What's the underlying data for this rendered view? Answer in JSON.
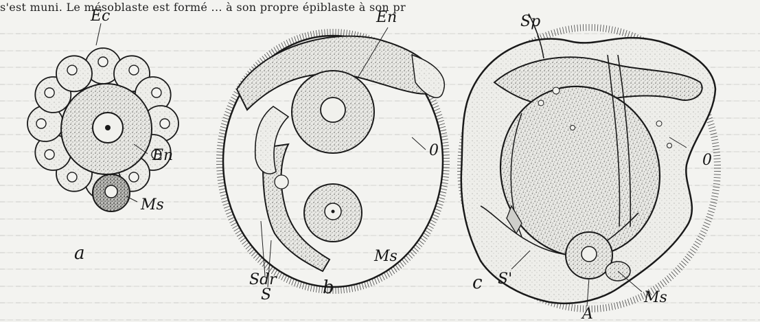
{
  "top_text_fragment": "s'est muni. Le mésoblaste est formé ... à son propre épiblaste à son pr",
  "panels": {
    "a": {
      "label": "a",
      "labels": {
        "ec": "Ec",
        "en": "En",
        "ms": "Ms"
      }
    },
    "b": {
      "label": "b",
      "labels": {
        "en": "En",
        "o": "0",
        "sdr": "Sdr",
        "s": "S",
        "ms": "Ms"
      }
    },
    "c": {
      "label": "c",
      "labels": {
        "sp": "Sp",
        "o": "0",
        "s_prime": "S'",
        "ms": "Ms",
        "a": "A"
      }
    }
  },
  "colors": {
    "ink": "#151515",
    "stipple": "#8a8a86",
    "paper": "#f3f3f0",
    "bleed": "#cfcfcb"
  }
}
